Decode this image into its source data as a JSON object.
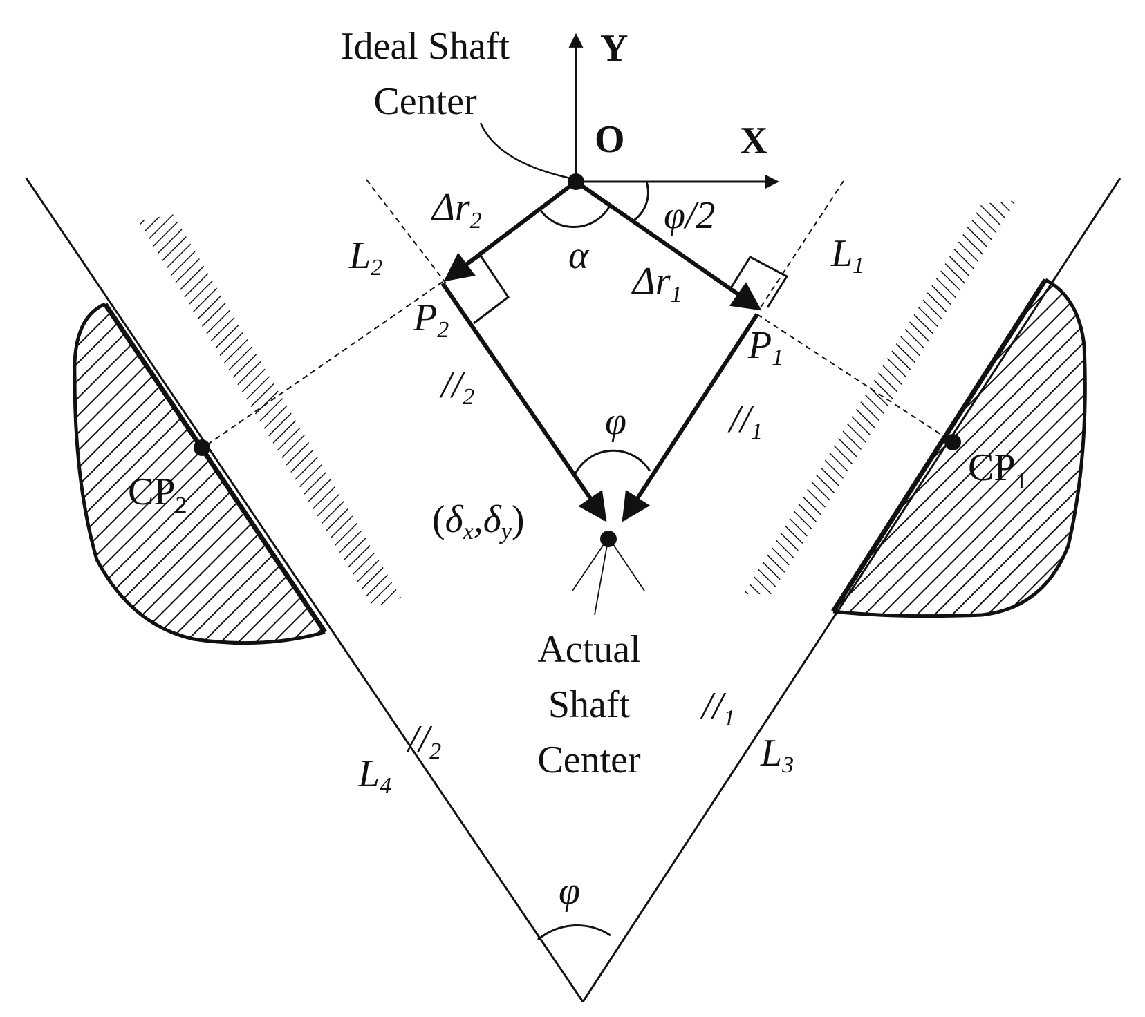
{
  "labels": {
    "ideal_center_line1": "Ideal Shaft",
    "ideal_center_line2": "Center",
    "origin": "O",
    "x_axis": "X",
    "y_axis": "Y",
    "dr2": "Δr",
    "dr2_sub": "2",
    "dr1": "Δr",
    "dr1_sub": "1",
    "alpha": "α",
    "half_phi": "φ/2",
    "L1": "L",
    "L1_sub": "1",
    "L2": "L",
    "L2_sub": "2",
    "L3": "L",
    "L3_sub": "3",
    "L4": "L",
    "L4_sub": "4",
    "P1": "P",
    "P1_sub": "1",
    "P2": "P",
    "P2_sub": "2",
    "par1": "//",
    "par1_sub": "1",
    "par2": "//",
    "par2_sub": "2",
    "phi_inner": "φ",
    "phi_bottom": "φ",
    "delta_open": "(",
    "delta_x": "δ",
    "delta_x_sub": "x",
    "delta_comma": ",",
    "delta_y": "δ",
    "delta_y_sub": "y",
    "delta_close": ")",
    "cp1": "CP",
    "cp1_sub": "1",
    "cp2": "CP",
    "cp2_sub": "2",
    "actual_center_line1": "Actual",
    "actual_center_line2": "Shaft",
    "actual_center_line3": "Center",
    "lower_par1": "//",
    "lower_par1_sub": "1",
    "lower_par2": "//",
    "lower_par2_sub": "2"
  }
}
